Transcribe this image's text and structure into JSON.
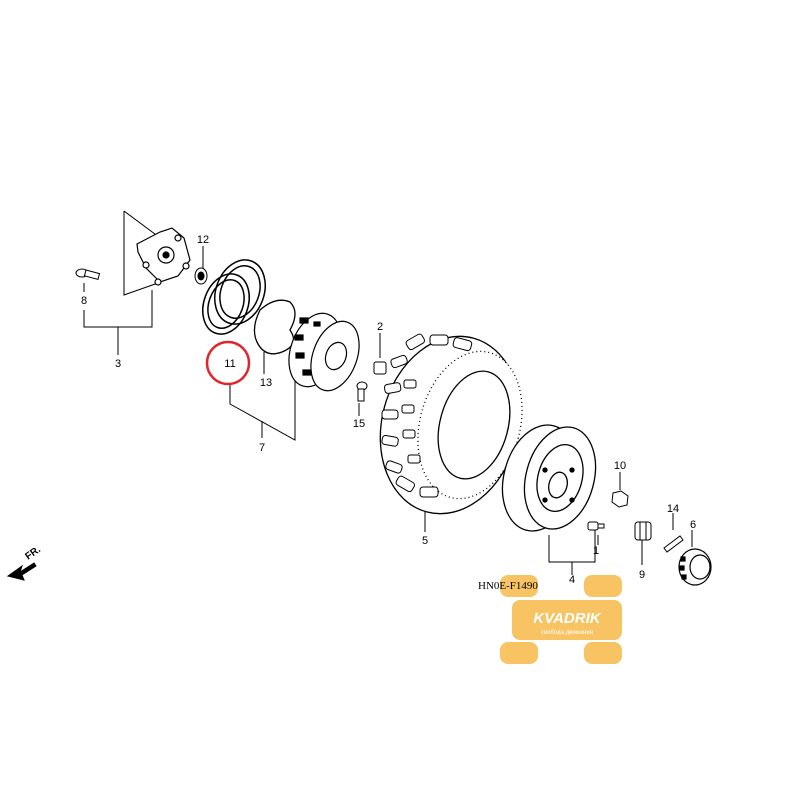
{
  "diagram": {
    "callouts": {
      "c1": "1",
      "c2": "2",
      "c3": "3",
      "c4": "4",
      "c5": "5",
      "c6": "6",
      "c7": "7",
      "c8": "8",
      "c9": "9",
      "c10": "10",
      "c11": "11",
      "c12": "12",
      "c13": "13",
      "c14": "14",
      "c15": "15"
    },
    "direction_label": "FR.",
    "diagram_code": "HN0E-F1490",
    "highlight_color": "#e0262b",
    "watermark": {
      "brand": "KVADRIK",
      "tagline": "свобода движения",
      "color": "#f5b030"
    }
  }
}
